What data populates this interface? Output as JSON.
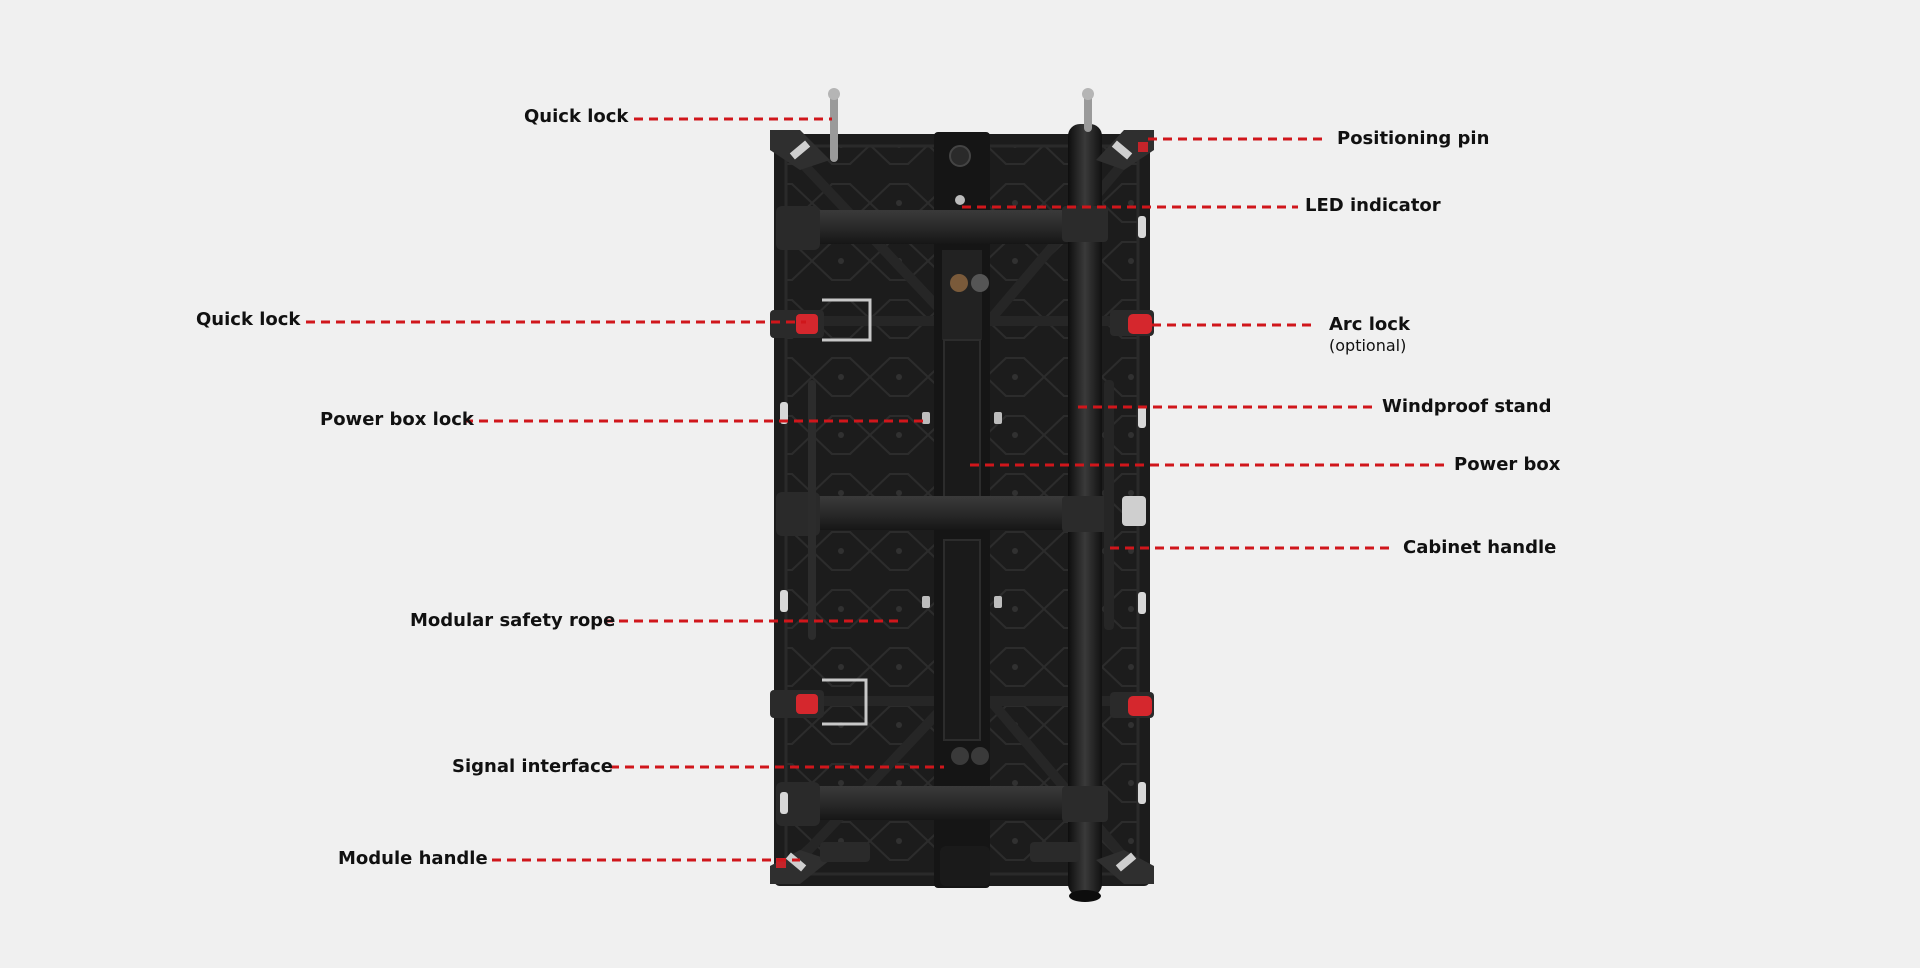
{
  "diagram": {
    "background_color": "#f0f0f0",
    "leader_color": "#d0161b",
    "panel_color": "#1f1f1f",
    "labels": {
      "quick_lock_top": "Quick lock",
      "quick_lock_mid": "Quick lock",
      "power_box_lock": "Power box lock",
      "modular_safety_rope": "Modular safety rope",
      "signal_interface": "Signal interface",
      "module_handle": "Module handle",
      "positioning_pin": "Positioning pin",
      "led_indicator": "LED indicator",
      "arc_lock": "Arc lock",
      "arc_lock_note": "(optional)",
      "windproof_stand": "Windproof stand",
      "power_box": "Power box",
      "cabinet_handle": "Cabinet handle"
    }
  }
}
